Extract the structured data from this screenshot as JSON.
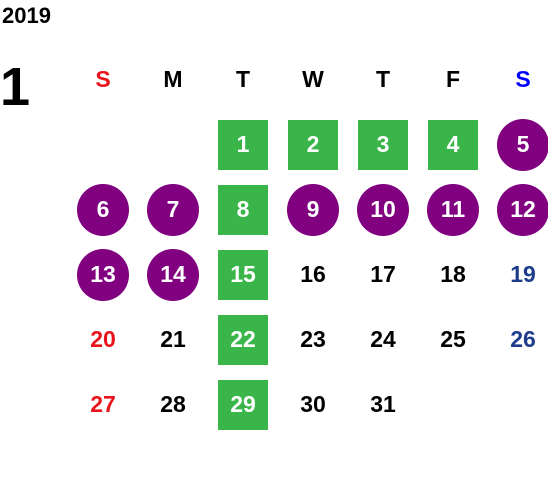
{
  "year": "2019",
  "month": "1",
  "colors": {
    "sunday": "#e8141b",
    "saturday": "#1d3c8c",
    "saturday_header": "#0000ff",
    "weekday": "#000000",
    "square": "#3ab54a",
    "circle": "#800080"
  },
  "weekdays": [
    {
      "label": "S",
      "kind": "sunday"
    },
    {
      "label": "M",
      "kind": "weekday"
    },
    {
      "label": "T",
      "kind": "weekday"
    },
    {
      "label": "W",
      "kind": "weekday"
    },
    {
      "label": "T",
      "kind": "weekday"
    },
    {
      "label": "F",
      "kind": "weekday"
    },
    {
      "label": "S",
      "kind": "saturday_header"
    }
  ],
  "first_weekday_index": 2,
  "days": [
    {
      "day": "1",
      "mark": "square"
    },
    {
      "day": "2",
      "mark": "square"
    },
    {
      "day": "3",
      "mark": "square"
    },
    {
      "day": "4",
      "mark": "square"
    },
    {
      "day": "5",
      "mark": "circle"
    },
    {
      "day": "6",
      "mark": "circle"
    },
    {
      "day": "7",
      "mark": "circle"
    },
    {
      "day": "8",
      "mark": "square"
    },
    {
      "day": "9",
      "mark": "circle"
    },
    {
      "day": "10",
      "mark": "circle"
    },
    {
      "day": "11",
      "mark": "circle"
    },
    {
      "day": "12",
      "mark": "circle"
    },
    {
      "day": "13",
      "mark": "circle"
    },
    {
      "day": "14",
      "mark": "circle"
    },
    {
      "day": "15",
      "mark": "square"
    },
    {
      "day": "16",
      "mark": "none"
    },
    {
      "day": "17",
      "mark": "none"
    },
    {
      "day": "18",
      "mark": "none"
    },
    {
      "day": "19",
      "mark": "none"
    },
    {
      "day": "20",
      "mark": "none"
    },
    {
      "day": "21",
      "mark": "none"
    },
    {
      "day": "22",
      "mark": "square"
    },
    {
      "day": "23",
      "mark": "none"
    },
    {
      "day": "24",
      "mark": "none"
    },
    {
      "day": "25",
      "mark": "none"
    },
    {
      "day": "26",
      "mark": "none"
    },
    {
      "day": "27",
      "mark": "none"
    },
    {
      "day": "28",
      "mark": "none"
    },
    {
      "day": "29",
      "mark": "square"
    },
    {
      "day": "30",
      "mark": "none"
    },
    {
      "day": "31",
      "mark": "none"
    }
  ]
}
